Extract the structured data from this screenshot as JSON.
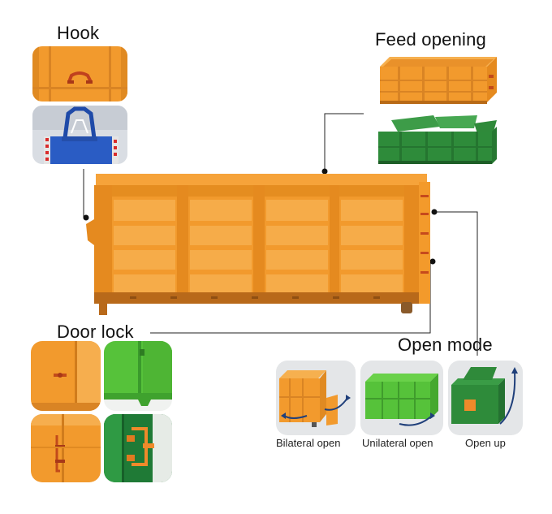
{
  "labels": {
    "hook": "Hook",
    "feed_opening": "Feed opening",
    "door_lock": "Door lock",
    "open_mode": "Open mode"
  },
  "open_modes": [
    {
      "caption": "Bilateral open"
    },
    {
      "caption": "Unilateral open"
    },
    {
      "caption": "Open up"
    }
  ],
  "colors": {
    "orange": "#f39a2b",
    "orange_dark": "#d97d14",
    "green": "#2e8b3a",
    "green_light": "#56c23a",
    "blue": "#2a5cc4",
    "line": "#222222"
  }
}
